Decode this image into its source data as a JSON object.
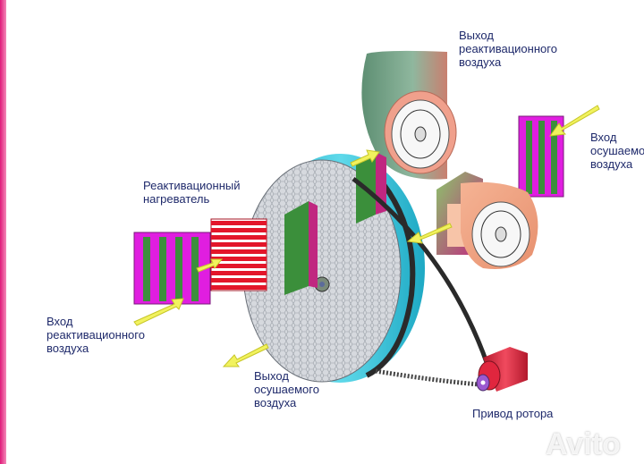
{
  "labels": {
    "regen_out": [
      "Выход",
      "реактивационного",
      "воздуха"
    ],
    "dried_in": [
      "Вход",
      "осушаемо",
      "воздуха"
    ],
    "heater": [
      "Реактивационный",
      "нагреватель"
    ],
    "regen_in": [
      "Вход",
      "реактивационного",
      "воздуха"
    ],
    "dried_out": [
      "Выход",
      "осушаемого",
      "воздуха"
    ],
    "drive": "Привод ротора"
  },
  "watermark": "Avito",
  "colors": {
    "frame": "#e0197a",
    "label_text": "#1f2a6b",
    "arrow": "#f1f25e",
    "filter_magenta": "#e01ee0",
    "filter_green": "#3c8f3c",
    "heater_red": "#e3162a",
    "fan_green": "#6f9e84",
    "fan_salmon": "#f2a08a",
    "fan_orange": "#f5b394",
    "wheel_cyan": "#33c6dc",
    "motor_red": "#e0263e"
  }
}
